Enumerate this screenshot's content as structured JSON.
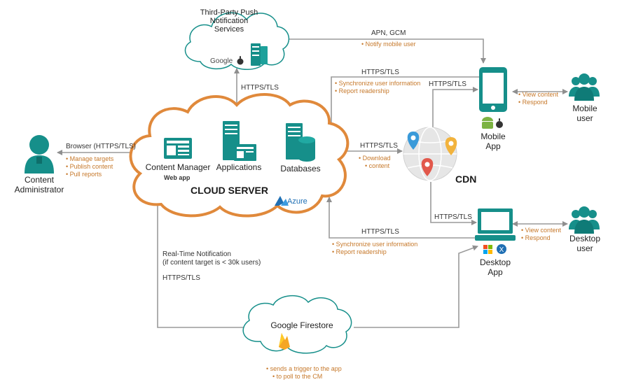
{
  "colors": {
    "teal": "#168f8a",
    "orange_border": "#e0893b",
    "line": "#9a9a9a",
    "text": "#222222",
    "bullet": "#c6782a",
    "azure": "#1f6fb4"
  },
  "push": {
    "title_line1": "Third-Party Push",
    "title_line2": "Notification",
    "title_line3": "Services",
    "google": "Google"
  },
  "edges": {
    "apn": "APN, GCM",
    "apn_bullets": [
      "Notify mobile user"
    ],
    "https_push": "HTTPS/TLS",
    "https_mobile_sync": "HTTPS/TLS",
    "mobile_sync_bullets": [
      "Synchronize user information",
      "Report readership"
    ],
    "https_mobile_cdn": "HTTPS/TLS",
    "https_cdn": "HTTPS/TLS",
    "cdn_bullets": [
      "Download",
      "content"
    ],
    "https_desktop_cdn": "HTTPS/TLS",
    "https_desktop_sync": "HTTPS/TLS",
    "desktop_sync_bullets": [
      "Synchronize user information",
      "Report readership"
    ],
    "browser": "Browser (HTTPS/TLS)",
    "admin_bullets": [
      "Manage targets",
      "Publish content",
      "Pull reports"
    ],
    "rt_line1": "Real-Time Notification",
    "rt_line2": "(if content target is < 30k users)",
    "https_firestore": "HTTPS/TLS",
    "mobile_user_bullets": [
      "View content",
      "Respond"
    ],
    "desktop_user_bullets": [
      "View content",
      "Respond"
    ],
    "firestore_bullets": [
      "sends a trigger to the app",
      "to poll to the CM"
    ]
  },
  "cloud": {
    "title": "CLOUD SERVER",
    "cm_label": "Content Manager",
    "cm_sub": "Web app",
    "apps_label": "Applications",
    "db_label": "Databases",
    "azure": "Azure"
  },
  "admin": {
    "line1": "Content",
    "line2": "Administrator"
  },
  "mobile": {
    "line1": "Mobile",
    "line2": "App"
  },
  "desktop": {
    "line1": "Desktop",
    "line2": "App"
  },
  "mobile_user": {
    "line1": "Mobile",
    "line2": "user"
  },
  "desktop_user": {
    "line1": "Desktop",
    "line2": "user"
  },
  "cdn": {
    "label": "CDN"
  },
  "firestore": {
    "label": "Google Firestore"
  }
}
